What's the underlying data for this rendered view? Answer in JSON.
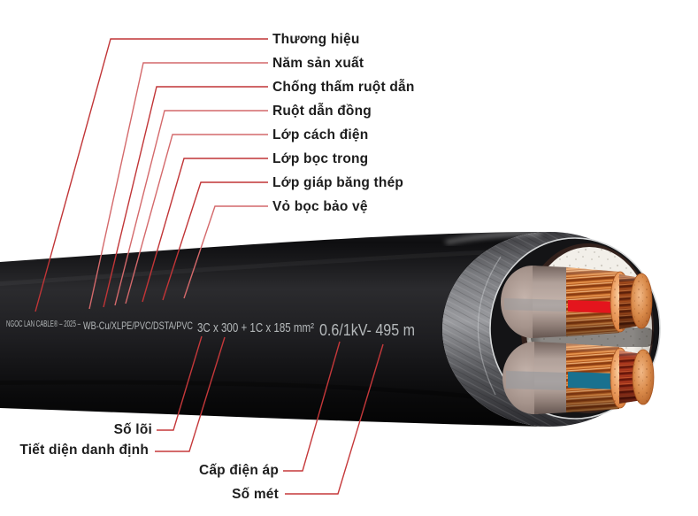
{
  "diagram": {
    "subject": "power-cable-structure-callout-diagram",
    "labels_top": [
      "Thương hiệu",
      "Năm sản xuất",
      "Chống thấm ruột dẫn",
      "Ruột dẫn đồng",
      "Lớp cách điện",
      "Lớp bọc trong",
      "Lớp giáp băng thép",
      "Vỏ bọc bảo vệ"
    ],
    "labels_bottom": [
      "Số lõi",
      "Tiết diện danh định",
      "Cấp điện áp",
      "Số mét"
    ]
  },
  "cable_marking": {
    "full_text": "NGOC LAN CABLE® – 2025 – WB-Cu/XLPE/PVC/DSTA/PVC 3C x 300 + 1C x 185 mm² 0.6/1kV- 495 m",
    "segments": [
      "NGOC LAN CABLE® – 2025 –",
      "WB-Cu/XLPE/PVC/DSTA/PVC",
      "3C x 300 + 1C x 185 mm²",
      "0.6/1kV- 495 m"
    ]
  },
  "colors": {
    "leader_line_red": "#c5383a",
    "leader_line_red_light": "#d4696b",
    "label_text": "#1d1d1d",
    "marking_text": "#b4b8ba",
    "sheath_black": "#0d0d0f",
    "steel_tape_gray": "#97989c",
    "filler_white": "#f2efe9",
    "insulation_taupe": "#a5938b",
    "copper": "#d98a4a",
    "phase_stripe_red": "#e4151d",
    "phase_stripe_blue": "#19718f",
    "background": "#ffffff"
  }
}
